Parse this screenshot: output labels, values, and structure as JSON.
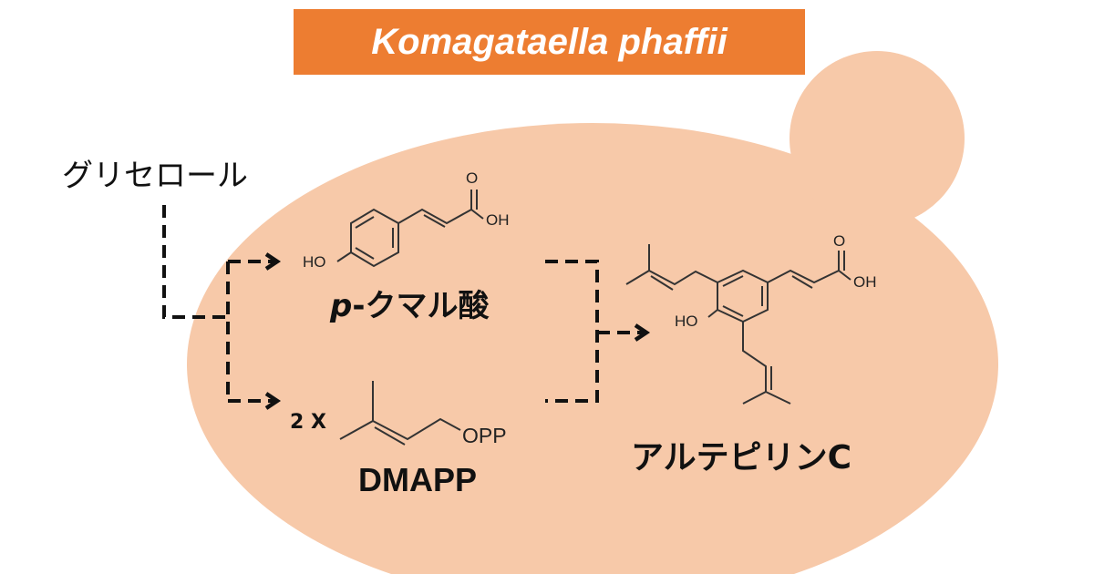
{
  "title": "Komagataella phaffii",
  "colors": {
    "title_bg": "#ED7D31",
    "cell_fill": "#F7C9A9"
  },
  "substrate": "グリセロール",
  "intermediate1": {
    "name_prefix": "p",
    "name_rest": "-クマル酸",
    "atoms": {
      "ho": "HO",
      "o": "O",
      "oh": "OH"
    }
  },
  "intermediate2": {
    "multiplier": "2 X",
    "name": "DMAPP",
    "opp": "OPP"
  },
  "product": {
    "name": "アルテピリンC",
    "atoms": {
      "ho": "HO",
      "o": "O",
      "oh": "OH"
    }
  }
}
